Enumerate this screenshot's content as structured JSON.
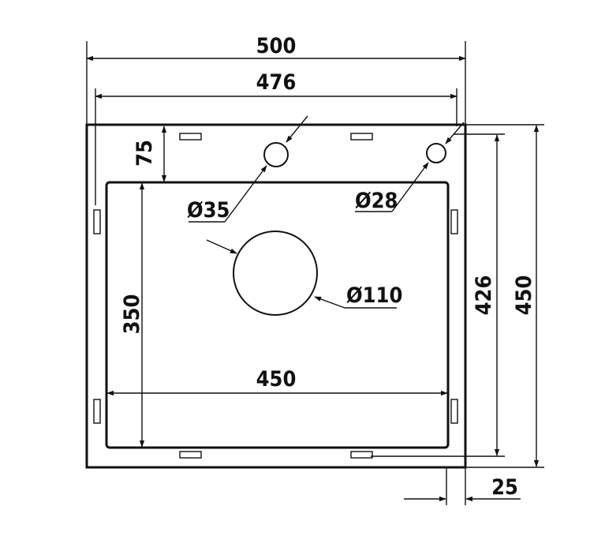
{
  "drawing": {
    "dimensions": {
      "outer_width": "500",
      "inner_width": "476",
      "bowl_width": "450",
      "top_offset": "75",
      "bowl_depth": "350",
      "inner_length": "426",
      "outer_length": "450",
      "rim": "25"
    },
    "holes": {
      "tap_hole": "Ø35",
      "overflow_hole": "Ø28",
      "drain_hole": "Ø110"
    }
  }
}
